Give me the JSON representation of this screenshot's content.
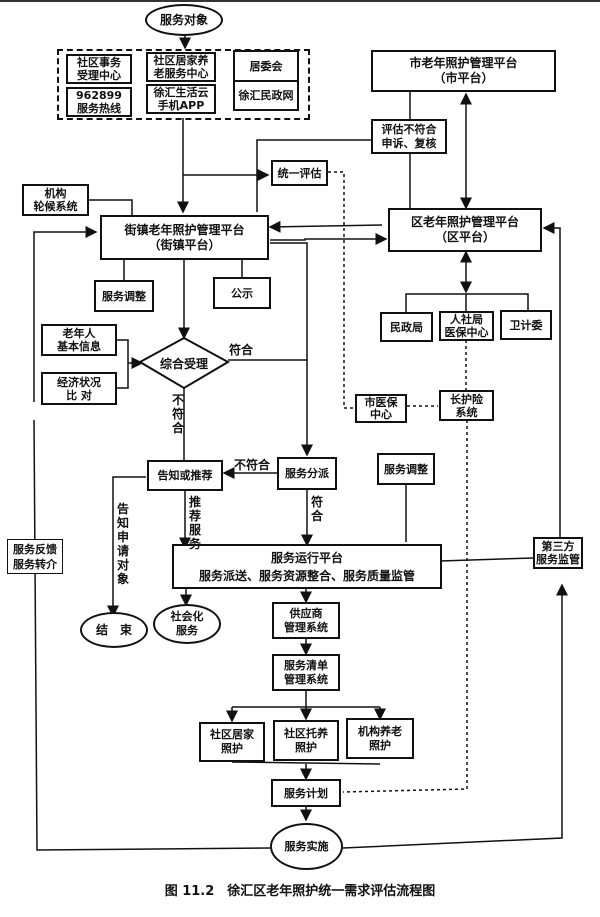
{
  "diagram": {
    "caption": "图 11.2　徐汇区老年照护统一需求评估流程图",
    "nodes": {
      "service_target": "服务对象",
      "channels": [
        "社区事务\n受理中心",
        "社区居家养\n老服务中心",
        "居委会",
        "962899\n服务热线",
        "徐汇生活云\n手机APP",
        "徐汇民政网"
      ],
      "city_platform": "市老年照护管理平台\n（市平台）",
      "appeal_review": "评估不符合\n申诉、复核",
      "unified_assessment": "统一评估",
      "institution_waiting": "机构\n轮候系统",
      "street_platform": "街镇老年照护管理平台\n（街镇平台）",
      "district_platform": "区老年照护管理平台\n（区平台）",
      "service_adjust_1": "服务调整",
      "publicity": "公示",
      "civil_affairs": "民政局",
      "hr_medical": "人社局\n医保中心",
      "health_commission": "卫计委",
      "elder_info": "老年人\n基本信息",
      "economic_check": "经济状况\n比 对",
      "comprehensive_acceptance": "综合受理",
      "city_medical_insurance": "市医保\n中心",
      "ltc_insurance": "长护险\n系统",
      "notify_recommend": "告知或推荐",
      "service_dispatch": "服务分派",
      "service_adjust_2": "服务调整",
      "feedback_referral": "服务反馈\n服务转介",
      "service_operation": "服务运行平台\n服务派送、服务资源整合、服务质量监管",
      "third_party": "第三方\n服务监管",
      "end": "结　束",
      "social_service": "社会化\n服务",
      "supplier_system": "供应商\n管理系统",
      "service_list_system": "服务清单\n管理系统",
      "community_home_care": "社区居家\n照护",
      "community_daycare": "社区托养\n照护",
      "institutional_care": "机构养老\n照护",
      "service_plan": "服务计划",
      "service_delivery": "服务实施"
    },
    "edge_labels": {
      "meets_1": "符合",
      "not_meet_1": "不符合",
      "not_meet_2": "不符合",
      "meets_2": "符合",
      "recommend_service": "推荐服务",
      "notify_applicant": "告知申请对象"
    }
  }
}
